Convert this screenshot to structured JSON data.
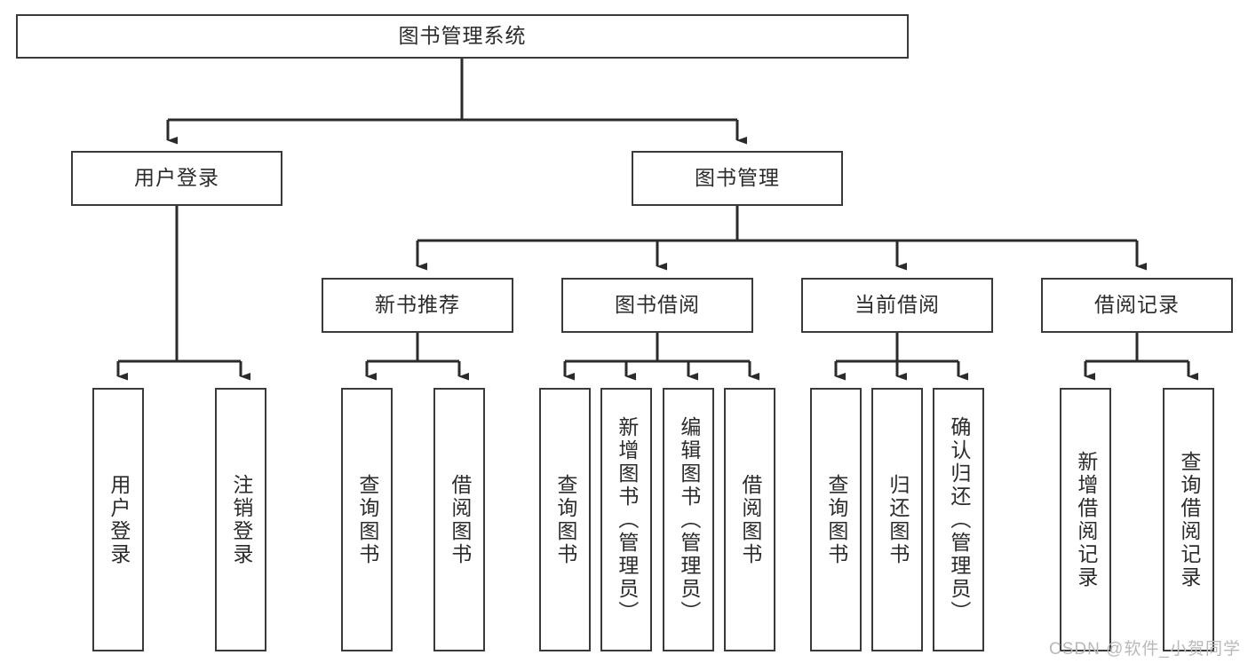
{
  "diagram": {
    "type": "tree-hierarchy",
    "title": "图书管理系统",
    "orientation": "top-down",
    "colors": {
      "box_border": "#3a3a3a",
      "box_fill": "#ffffff",
      "connector": "#2b2b2b",
      "text": "#2b2b2b",
      "watermark": "#b9b9b9",
      "background": "#ffffff"
    },
    "root": {
      "label": "图书管理系统",
      "orientation": "horizontal"
    },
    "level2": [
      {
        "label": "用户登录",
        "orientation": "horizontal"
      },
      {
        "label": "图书管理",
        "orientation": "horizontal"
      }
    ],
    "level3": [
      {
        "label": "新书推荐",
        "orientation": "horizontal"
      },
      {
        "label": "图书借阅",
        "orientation": "horizontal"
      },
      {
        "label": "当前借阅",
        "orientation": "horizontal"
      },
      {
        "label": "借阅记录",
        "orientation": "horizontal"
      }
    ],
    "leaves": {
      "user_login": [
        {
          "label": "用户登录",
          "orientation": "vertical"
        },
        {
          "label": "注销登录",
          "orientation": "vertical"
        }
      ],
      "new_book_recommend": [
        {
          "label": "查询图书",
          "orientation": "vertical"
        },
        {
          "label": "借阅图书",
          "orientation": "vertical"
        }
      ],
      "book_borrow": [
        {
          "label": "查询图书",
          "orientation": "vertical"
        },
        {
          "label": "新增图书（管理员）",
          "orientation": "vertical"
        },
        {
          "label": "编辑图书（管理员）",
          "orientation": "vertical"
        },
        {
          "label": "借阅图书",
          "orientation": "vertical"
        }
      ],
      "current_borrow": [
        {
          "label": "查询图书",
          "orientation": "vertical"
        },
        {
          "label": "归还图书",
          "orientation": "vertical"
        },
        {
          "label": "确认归还（管理员）",
          "orientation": "vertical"
        }
      ],
      "borrow_record": [
        {
          "label": "新增借阅记录",
          "orientation": "vertical"
        },
        {
          "label": "查询借阅记录",
          "orientation": "vertical"
        }
      ]
    }
  },
  "watermark": {
    "text": "CSDN @软件_小贺同学"
  }
}
